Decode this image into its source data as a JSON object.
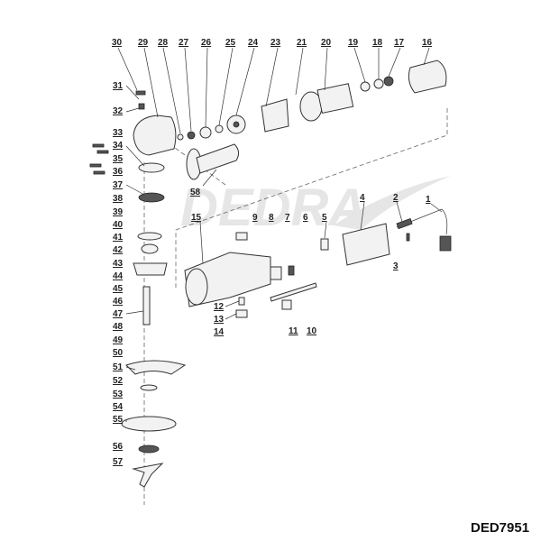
{
  "watermark": "DEDRA",
  "model": "DED7951",
  "labels": {
    "n1": "1",
    "n2": "2",
    "n3": "3",
    "n4": "4",
    "n5": "5",
    "n6": "6",
    "n7": "7",
    "n8": "8",
    "n9": "9",
    "n10": "10",
    "n11": "11",
    "n12": "12",
    "n13": "13",
    "n14": "14",
    "n15": "15",
    "n16": "16",
    "n17": "17",
    "n18": "18",
    "n19": "19",
    "n20": "20",
    "n21": "21",
    "n23": "23",
    "n24": "24",
    "n25": "25",
    "n26": "26",
    "n27": "27",
    "n28": "28",
    "n29": "29",
    "n30": "30",
    "n31": "31",
    "n32": "32",
    "n33": "33",
    "n34": "34",
    "n35": "35",
    "n36": "36",
    "n37": "37",
    "n38": "38",
    "n39": "39",
    "n40": "40",
    "n41": "41",
    "n42": "42",
    "n43": "43",
    "n44": "44",
    "n45": "45",
    "n46": "46",
    "n47": "47",
    "n48": "48",
    "n49": "49",
    "n50": "50",
    "n51": "51",
    "n52": "52",
    "n53": "53",
    "n54": "54",
    "n55": "55",
    "n56": "56",
    "n57": "57",
    "n58": "58"
  }
}
